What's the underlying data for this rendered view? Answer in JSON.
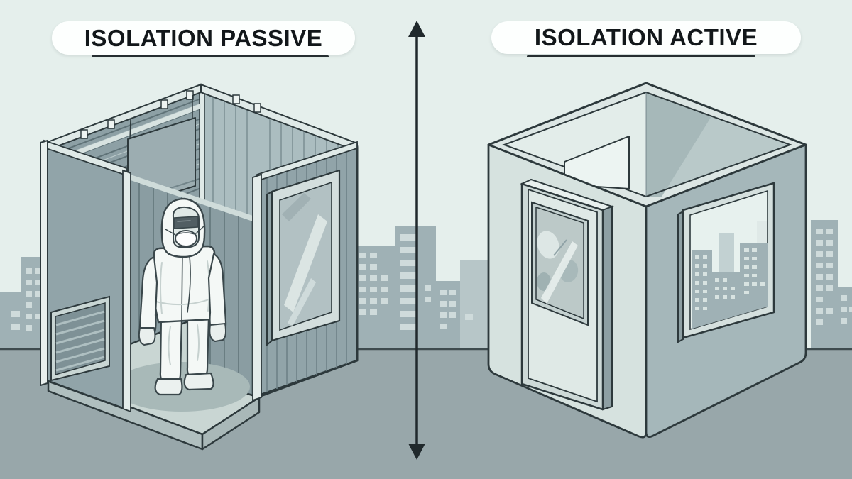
{
  "titles": {
    "left": "ISOLATION PASSIVE",
    "right": "ISOLATION ACTIVE"
  },
  "divider": {
    "shape": "vertical-double-headed-arrow",
    "color": "#20292c"
  },
  "palette": {
    "sky": "#e5efec",
    "ground": "#98a7aa",
    "building": "#9fb1b5",
    "building_window": "#cfdbdb",
    "outline": "#2d393c",
    "wall_exterior": "#91a4a9",
    "wall_interior": "#8da0a5",
    "wall_light": "#d6e2df",
    "trim": "#dfe9e7",
    "floor": "#c9d6d3",
    "floor_shadow": "#a8b9b8",
    "suit_white": "#f4f8f6",
    "glass": "#b2c1c3"
  },
  "scene_objects": [
    "passive-isolation-room",
    "active-isolation-box",
    "protective-suit-person",
    "city-skyline",
    "divider-arrow"
  ]
}
